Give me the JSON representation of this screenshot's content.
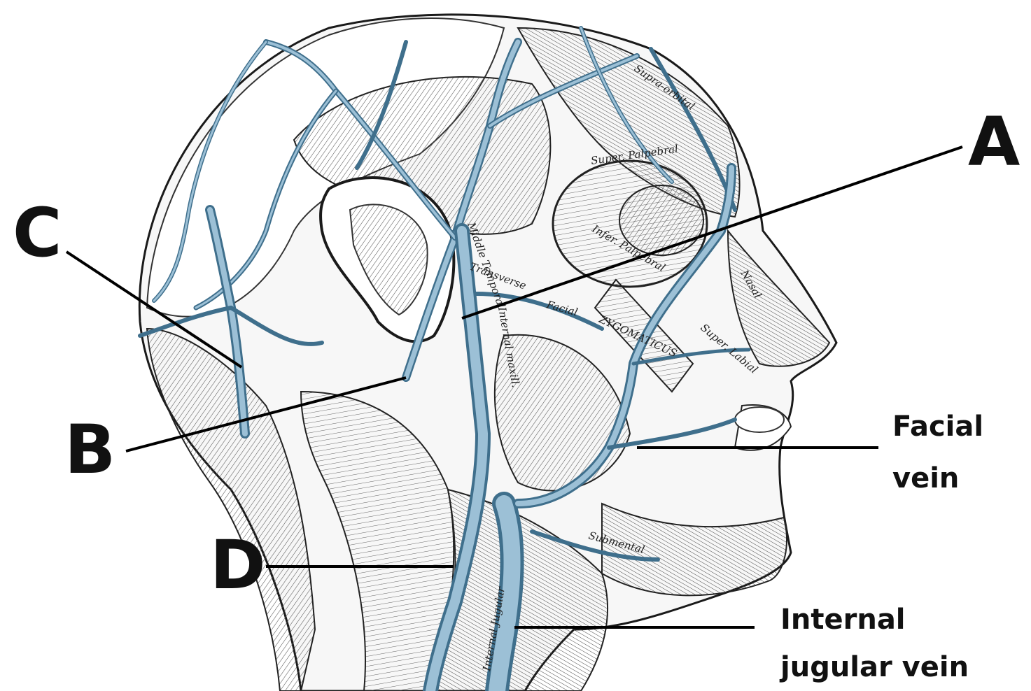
{
  "labels": {
    "A": "A",
    "B": "B",
    "C": "C",
    "D": "D",
    "facial_vein_line1": "Facial",
    "facial_vein_line2": "vein",
    "internal_jugular_line1": "Internal",
    "internal_jugular_line2": "jugular vein"
  },
  "engraving_text": {
    "supra_orbital": "Supra-orbital",
    "super_palpebral": "Super. Palpebral",
    "infer_palpebral": "Infer. Palpebral",
    "nasal": "Nasal",
    "super_labial": "Super. Labial",
    "zygomaticus": "ZYGOMATICUS",
    "facial": "Facial",
    "transverse": "Transverse",
    "middle_temporal": "Middle Temporal",
    "internal_maxillary": "Internal maxill.",
    "submental": "Submental",
    "internal_jugular": "Internal Jugular"
  },
  "colors": {
    "vein_blue": "#7fa9c3",
    "vein_dark": "#3f6f8c",
    "ink": "#1a1a1a",
    "paper": "#ffffff"
  }
}
